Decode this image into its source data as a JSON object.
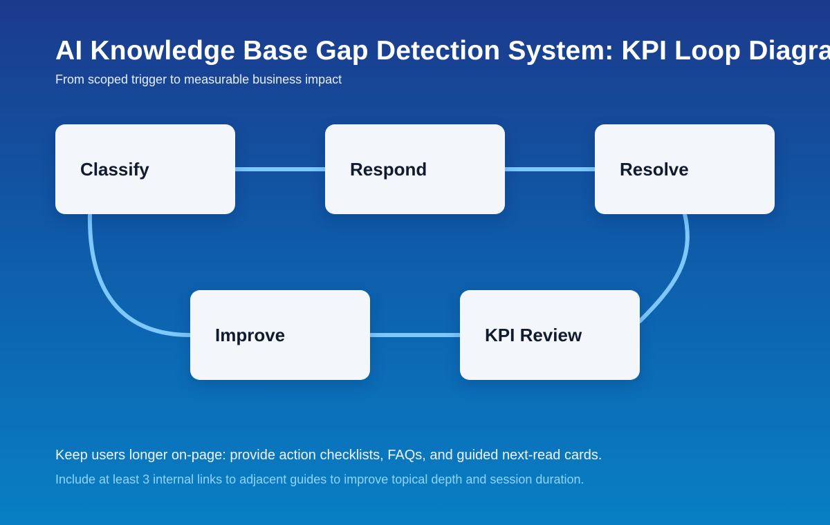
{
  "title": "AI Knowledge Base Gap Detection System: KPI Loop Diagram",
  "subtitle": "From scoped trigger to measurable business impact",
  "nodes": {
    "classify": "Classify",
    "respond": "Respond",
    "resolve": "Resolve",
    "improve": "Improve",
    "kpi_review": "KPI Review"
  },
  "footer": {
    "main": "Keep users longer on-page: provide action checklists, FAQs, and guided next-read cards.",
    "note": "Include at least 3 internal links to adjacent guides to improve topical depth and session duration."
  },
  "colors": {
    "background_top": "#1c3a8c",
    "background_bottom": "#087fc4",
    "connector": "#7cc8ff",
    "node_fill": "#f3f7fb",
    "node_text": "#111b2e"
  }
}
